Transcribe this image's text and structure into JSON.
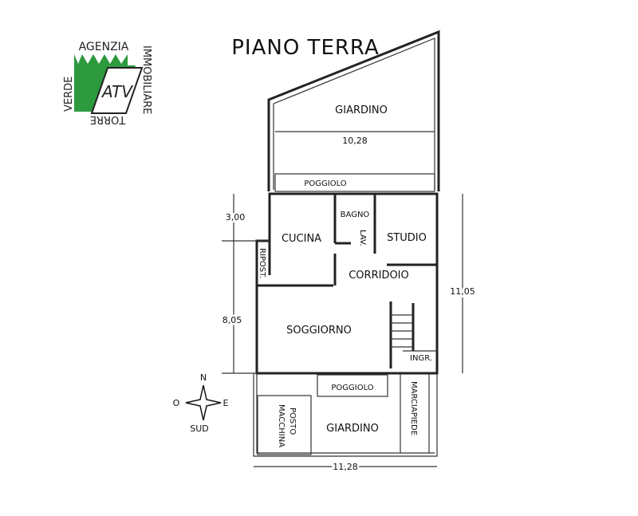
{
  "title": "PIANO TERRA",
  "logo": {
    "top": "AGENZIA",
    "left": "VERDE",
    "right": "IMMOBILIARE",
    "bottom": "TORRE",
    "mark": "ATV",
    "brand_color": "#2e9a3e"
  },
  "rooms": {
    "giardino_top": "GIARDINO",
    "poggiolo_top": "POGGIOLO",
    "bagno": "BAGNO",
    "lav": "LAV.",
    "cucina": "CUCINA",
    "studio": "STUDIO",
    "ripost": "RIPOST.",
    "corridoio": "CORRIDOIO",
    "soggiorno": "SOGGIORNO",
    "ingr": "INGR.",
    "poggiolo_bottom": "POGGIOLO",
    "posto_macchina_1": "POSTO",
    "posto_macchina_2": "MACCHINA",
    "giardino_bottom": "GIARDINO",
    "marciapiede": "MARCIAPIEDE"
  },
  "dimensions": {
    "top_width": "10,28",
    "bottom_width": "11,28",
    "right_depth": "11,05",
    "left_upper": "3,00",
    "left_lower": "8,05"
  },
  "compass": {
    "n": "N",
    "o": "O",
    "e": "E",
    "s": "SUD"
  }
}
